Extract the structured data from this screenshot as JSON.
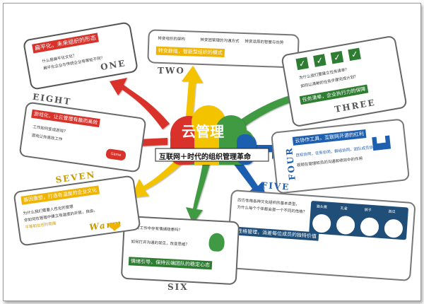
{
  "center": {
    "title": "云管理",
    "subtitle": "互联网＋时代的组织管理革命"
  },
  "branches": {
    "one": {
      "number": "ONE",
      "header": "扁平化，未来组织的形态",
      "line1": "什么是扁平化文化？",
      "line2": "扁平化企业与传统企业有哪些不同？"
    },
    "two": {
      "number": "TWO",
      "line1a": "转变组织的架构",
      "line1b": "转变团管理的沟通方式",
      "line1c": "转变运用的智慧与伤势",
      "banner": "转变群组，智能型组织的模式"
    },
    "three": {
      "number": "THREE",
      "line1": "为什么我们要建立任务清单？",
      "line2": "如何以清晰的任务步骤完成计划？",
      "banner": "任务清单，企业执行力的保障"
    },
    "four": {
      "number": "FOUR",
      "banner": "云协作工具，互联网开源的红利",
      "line1": "目标协同，任务协同，群组协同，团队成员协同",
      "line2": "视频在管理和员的沟通和绩效中的作用"
    },
    "five": {
      "number": "FIVE",
      "line1": "四方性格各种文化组织的基本类型，",
      "line2": "为什么每个个体都会是一个不同的性格？",
      "banner": "性格管理，消差每位成员的独特价值",
      "animals": [
        "猫头鹰",
        "孔雀",
        "狮子",
        "西瓜"
      ]
    },
    "six": {
      "number": "SIX",
      "line1": "你在工作中存有情绪隐患吗？",
      "line2": "如何打开沟通的常见，改变思维？",
      "banner": "情绪引导，保持云端团队的稳定心态"
    },
    "seven": {
      "number": "SEVEN",
      "banner": "基因重塑，打造有温度的企业文化",
      "line1": "为什么我们需要人性化的管理",
      "line2": "你如何在管理中建立有温度的开放，自由，",
      "line3": "平等和信任的氛围",
      "warm": "Warm"
    },
    "eight": {
      "number": "EIGHT",
      "header": "游戏化，让云管理有趣而高效",
      "line1": "工作如何变成游戏？",
      "line2": "游戏让你高效工作",
      "badge": "Game"
    }
  },
  "colors": {
    "red": "#d8322a",
    "yellow": "#f3c300",
    "green": "#3f9a43",
    "blue": "#1f5fb0",
    "navy": "#1f4e79",
    "darkgreen": "#2e7d32",
    "orange": "#f0b400"
  }
}
